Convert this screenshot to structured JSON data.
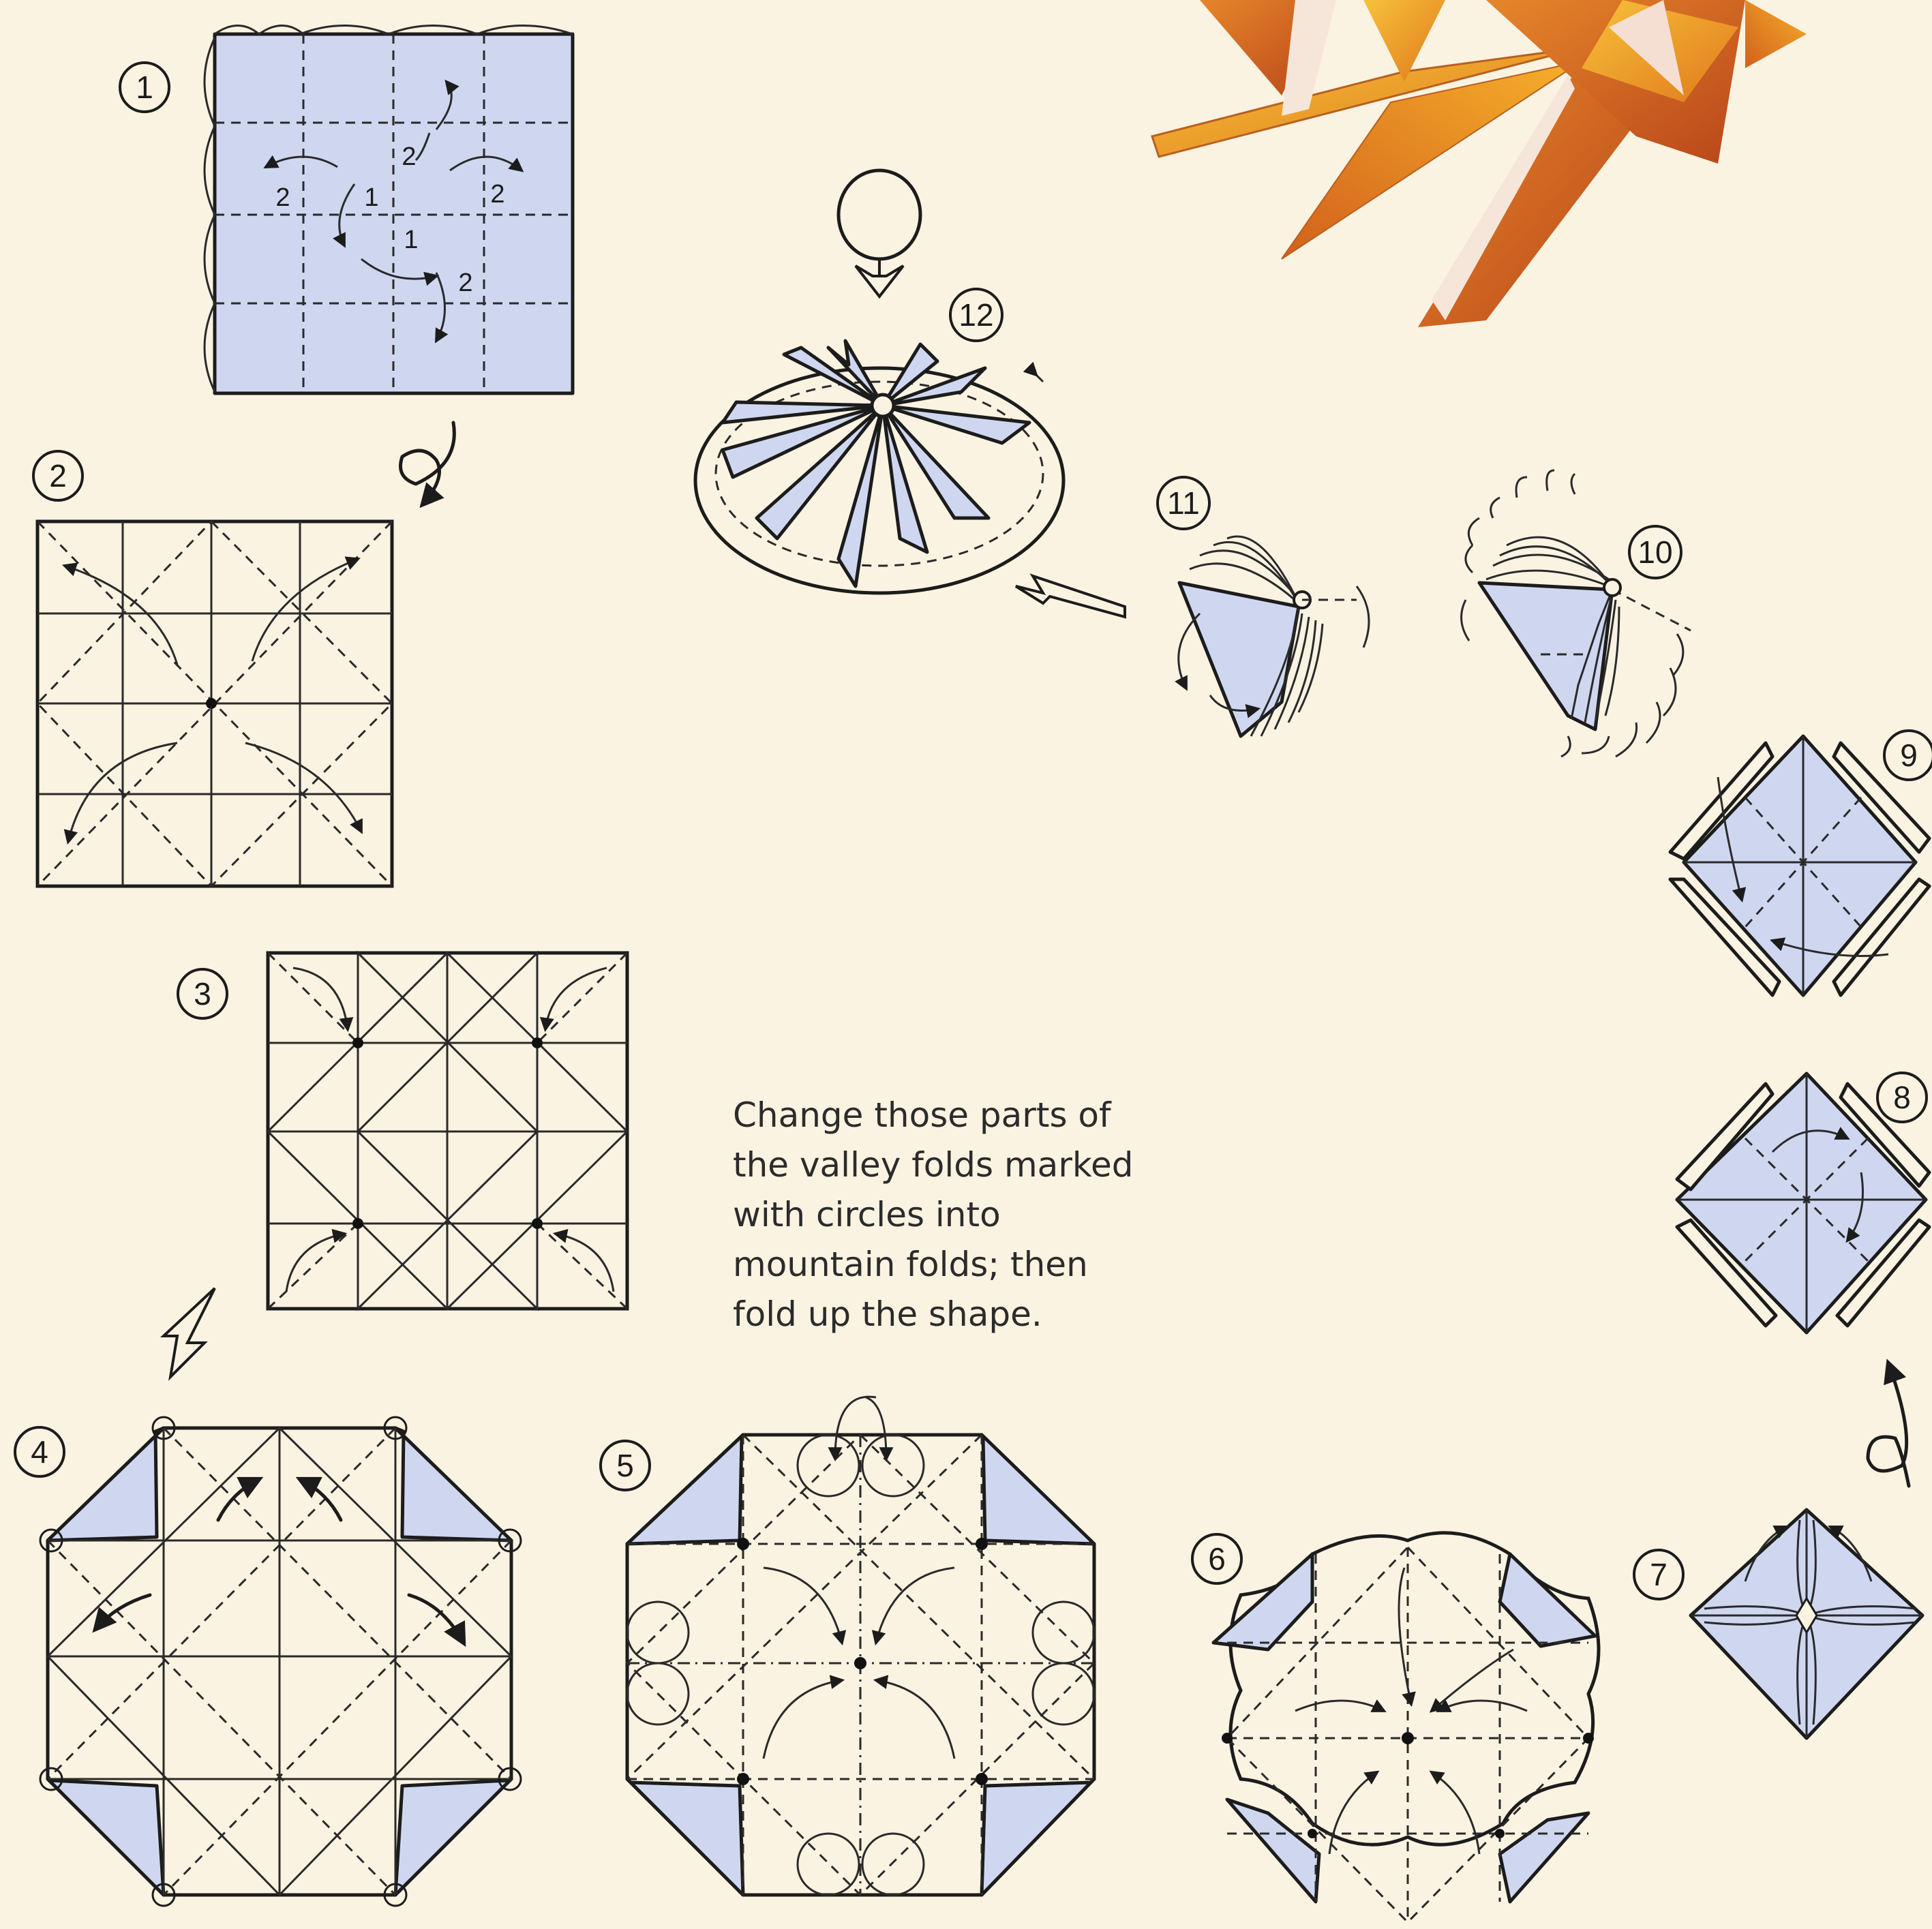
{
  "instruction_text": [
    "Change those parts of",
    "the valley folds marked",
    "with circles into",
    "mountain folds; then",
    "fold up the shape."
  ],
  "steps": [
    {
      "num": "1"
    },
    {
      "num": "2"
    },
    {
      "num": "3"
    },
    {
      "num": "4"
    },
    {
      "num": "5"
    },
    {
      "num": "6"
    },
    {
      "num": "7"
    },
    {
      "num": "8"
    },
    {
      "num": "9"
    },
    {
      "num": "10"
    },
    {
      "num": "11"
    },
    {
      "num": "12"
    }
  ],
  "step1_order_labels": [
    "1",
    "1",
    "2",
    "2",
    "2",
    "2"
  ],
  "colors": {
    "background": "#fbf3e2",
    "paper_blue": "#cfd7f0",
    "ink": "#1c1c1c",
    "flower_orange": "#f0a020",
    "flower_red": "#c8501c"
  }
}
